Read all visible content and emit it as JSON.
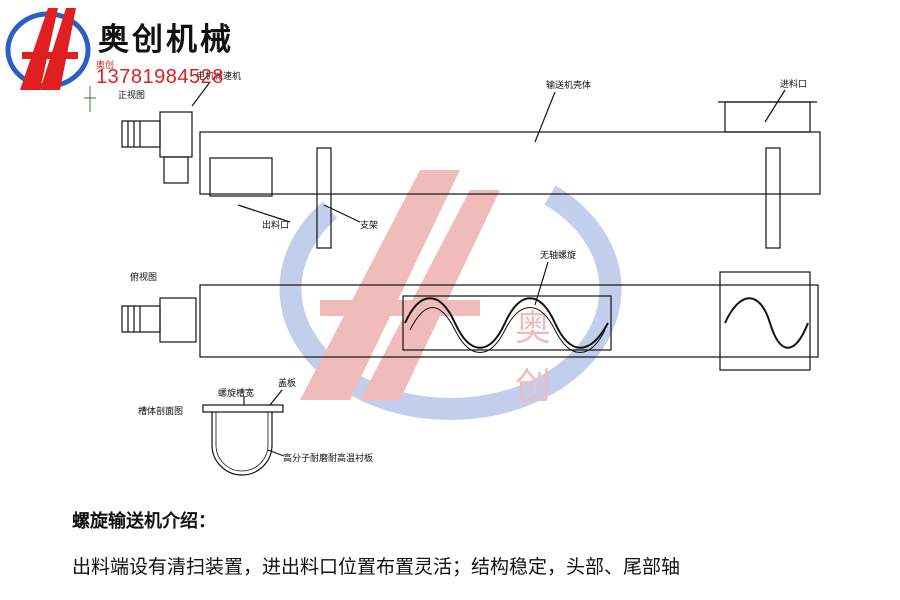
{
  "brand": {
    "name": "奥创机械",
    "phone": "13781984528",
    "logo_letters": "AA",
    "logo_side_text": "奥创",
    "logo_colors": {
      "red": "#e02020",
      "blue": "#2a5fc4"
    }
  },
  "watermark": {
    "glyphs": "奥创",
    "color": "#e06a6a"
  },
  "diagram": {
    "views": {
      "front": "正视图",
      "top": "俯视图",
      "section": "槽体剖面图"
    },
    "labels": {
      "motor": "电机减速机",
      "shell": "输送机壳体",
      "inlet": "进料口",
      "outlet": "出料口",
      "support": "支架",
      "shaftless_screw": "无轴螺旋",
      "trough_width": "螺旋槽宽",
      "cover": "盖板",
      "liner": "高分子耐磨耐高温衬板"
    }
  },
  "intro": {
    "title": "螺旋输送机介绍：",
    "body": "出料端设有清扫装置，进出料口位置布置灵活；结构稳定，头部、尾部轴"
  }
}
